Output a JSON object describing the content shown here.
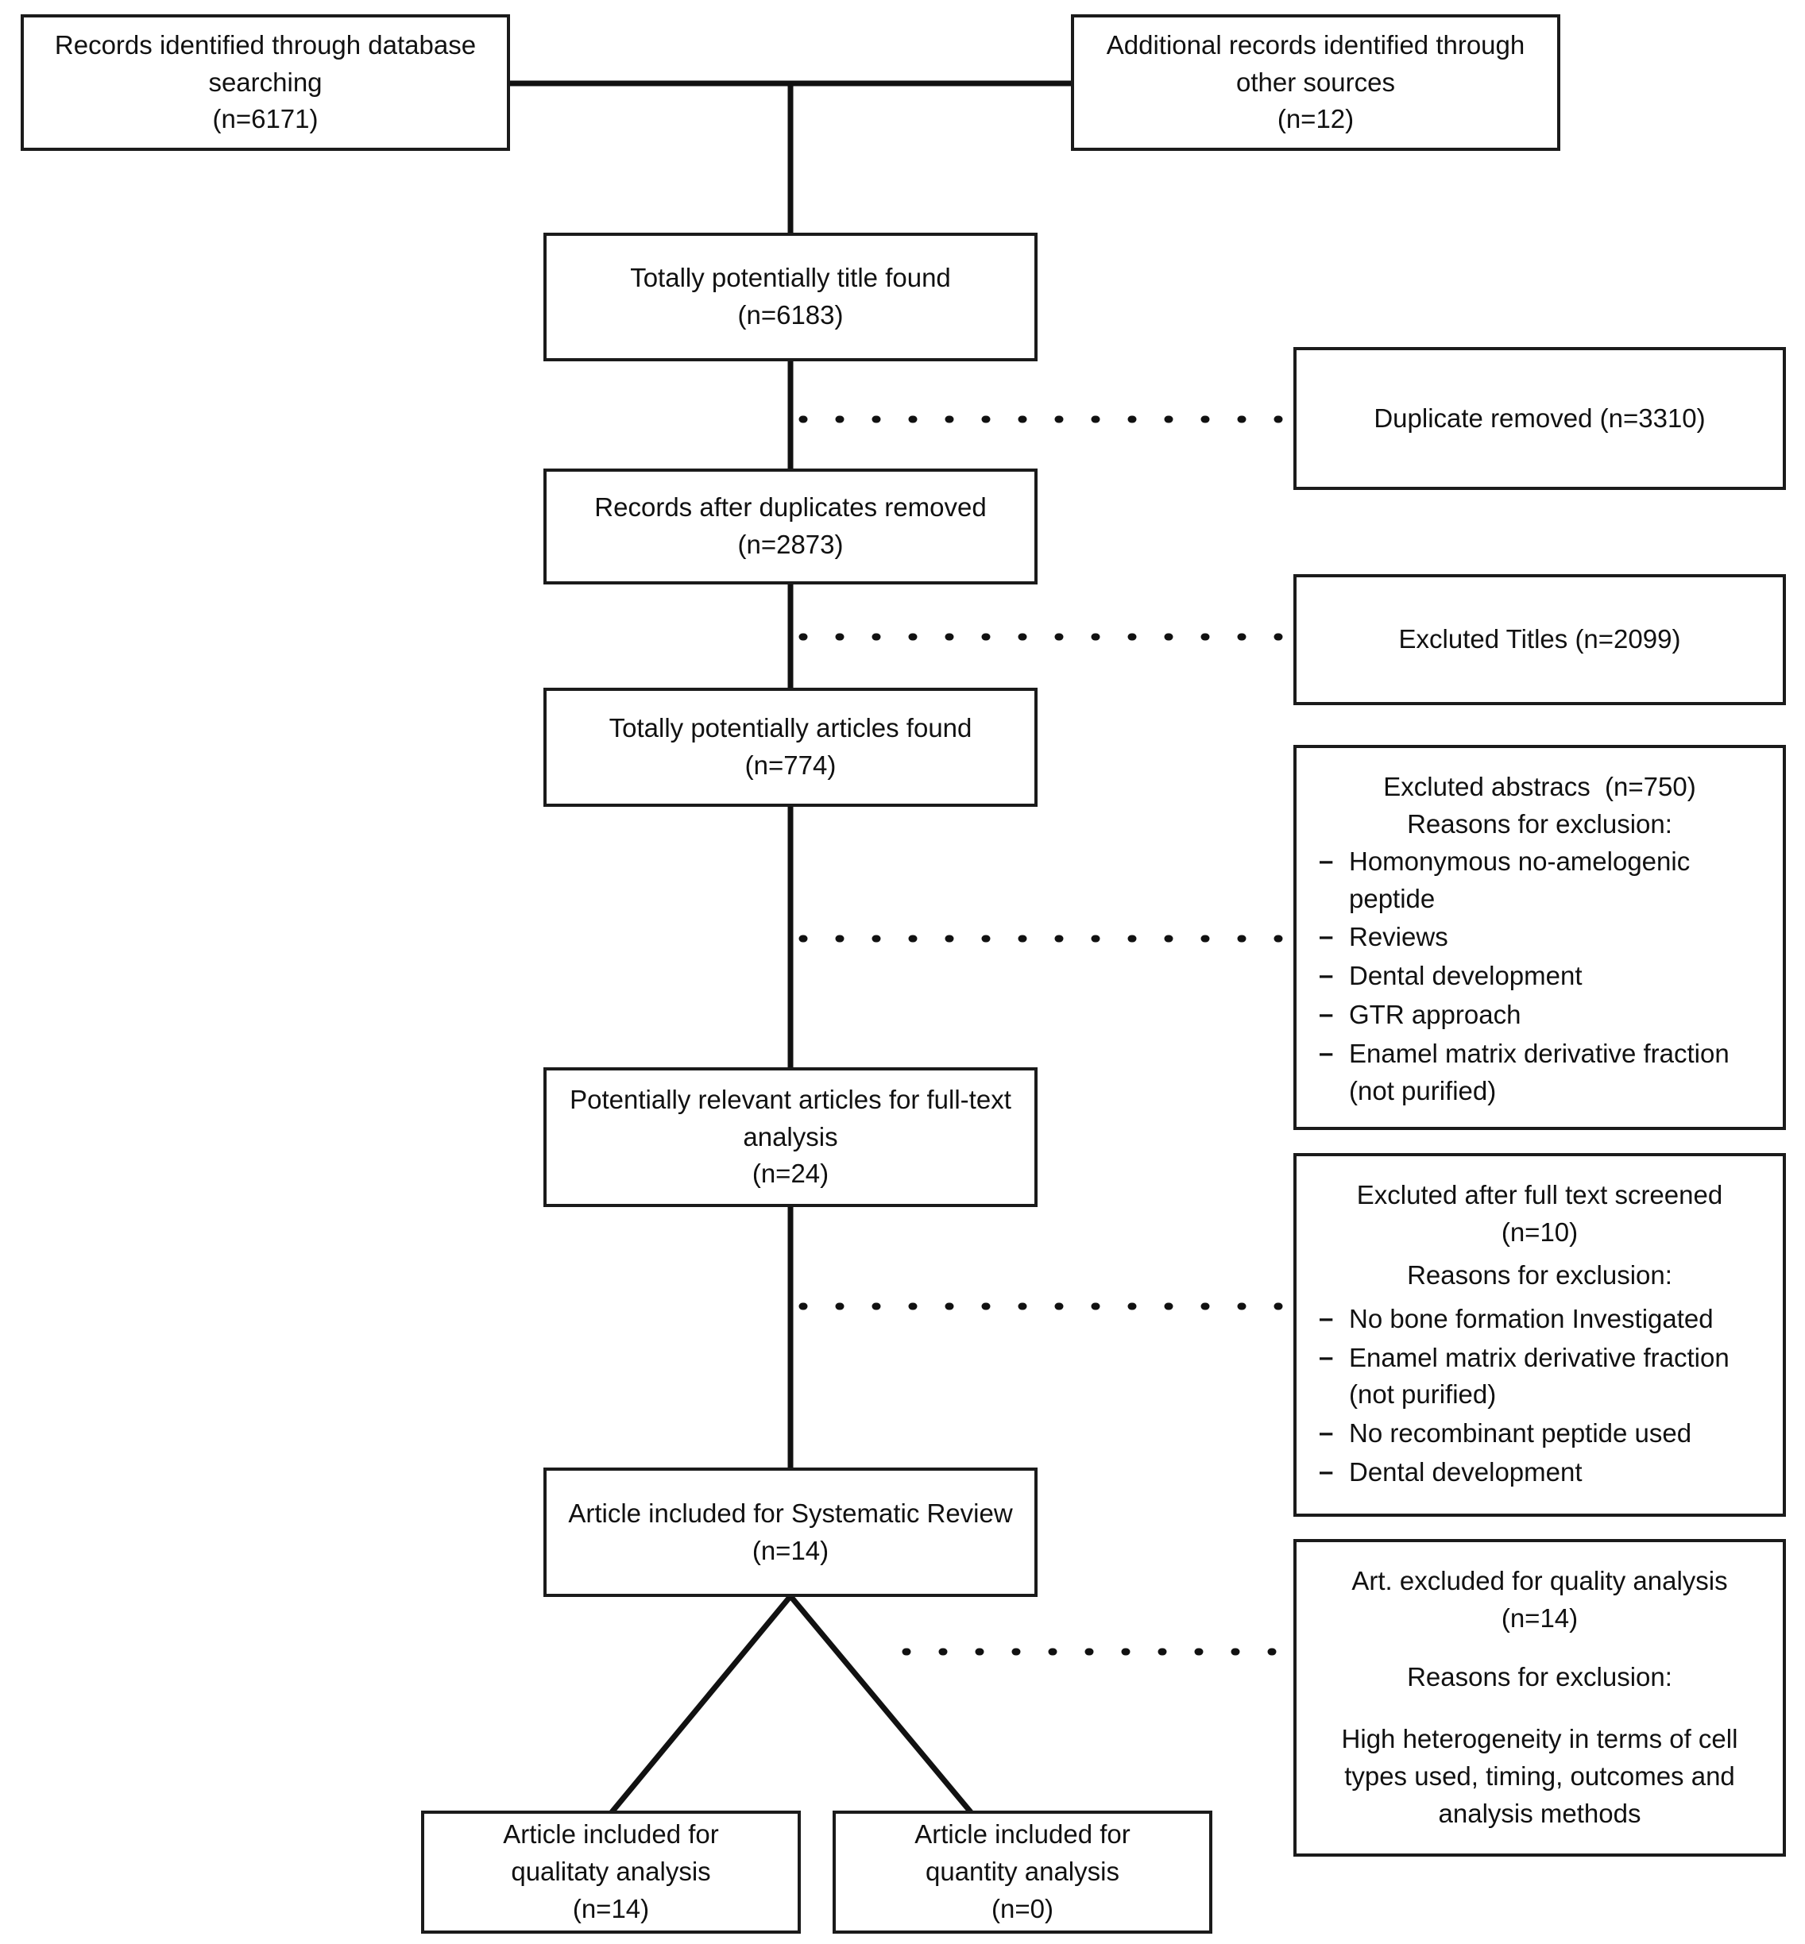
{
  "diagram": {
    "type": "prisma-flow-diagram",
    "title": "PRISMA study selection flow",
    "colors": {
      "border": "#1b1b1b",
      "text": "#111111",
      "background": "#ffffff",
      "connector": "#111111"
    }
  },
  "nodes": {
    "db_search": {
      "lines": [
        "Records identified through database",
        "searching",
        "(n=6171)"
      ],
      "count": 6171
    },
    "other_sources": {
      "lines": [
        "Additional records identified through",
        "other sources",
        "(n=12)"
      ],
      "count": 12
    },
    "titles_found": {
      "lines": [
        "Totally potentially title found",
        "(n=6183)"
      ],
      "count": 6183
    },
    "after_duplicates": {
      "lines": [
        "Records after duplicates removed",
        "(n=2873)"
      ],
      "count": 2873
    },
    "articles_found": {
      "lines": [
        "Totally potentially articles found",
        "(n=774)"
      ],
      "count": 774
    },
    "fulltext_articles": {
      "lines": [
        "Potentially relevant articles for full-text",
        "analysis",
        "(n=24)"
      ],
      "count": 24
    },
    "included_systematic": {
      "lines": [
        "Article included for Systematic Review",
        "(n=14)"
      ],
      "count": 14
    },
    "qualitative": {
      "lines": [
        "Article included for",
        "qualitaty analysis",
        "(n=14)"
      ],
      "count": 14
    },
    "quantitative": {
      "lines": [
        "Article included for",
        "quantity analysis",
        "(n=0)"
      ],
      "count": 0
    },
    "duplicate_removed": {
      "lines": [
        "Duplicate removed (n=3310)"
      ],
      "count": 3310
    },
    "excluded_titles": {
      "lines": [
        "Excluted Titles (n=2099)"
      ],
      "count": 2099
    },
    "excluded_abstracts": {
      "header": "Excluted abstracs  (n=750)",
      "reasons_label": "Reasons for exclusion:",
      "count": 750,
      "reasons": [
        [
          "Homonymous no-amelogenic",
          "peptide"
        ],
        [
          "Reviews"
        ],
        [
          "Dental development"
        ],
        [
          "GTR approach"
        ],
        [
          "Enamel matrix derivative fraction",
          "(not purified)"
        ]
      ]
    },
    "excluded_fulltext": {
      "header_lines": [
        "Excluted after full text screened",
        "(n=10)"
      ],
      "reasons_label": "Reasons for exclusion:",
      "count": 10,
      "reasons": [
        [
          "No bone formation Investigated"
        ],
        [
          "Enamel matrix derivative fraction",
          "(not purified)"
        ],
        [
          "No recombinant peptide used"
        ],
        [
          "Dental development"
        ]
      ]
    },
    "excluded_quality": {
      "header_lines": [
        "Art. excluded for quality analysis",
        "(n=14)"
      ],
      "reasons_label": "Reasons for exclusion:",
      "count": 14,
      "reason_paragraph": [
        "High heterogeneity in terms of cell",
        "types used, timing, outcomes and",
        "analysis methods"
      ]
    }
  }
}
